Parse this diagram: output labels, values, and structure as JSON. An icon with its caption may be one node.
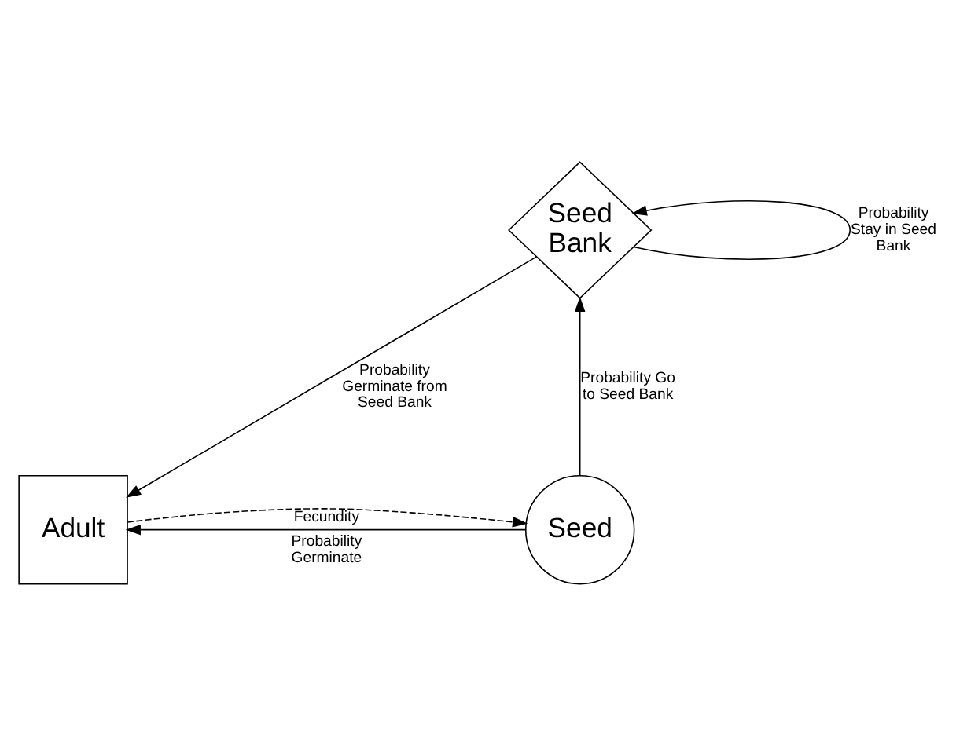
{
  "diagram": {
    "nodes": [
      {
        "text": [
          "Seed Bank"
        ]
      },
      {
        "text": [
          "Seed"
        ]
      },
      {
        "text": [
          "Adult"
        ]
      }
    ],
    "edges": [
      {
        "from": 0,
        "to": 0,
        "arrow": "to",
        "label": "Probability Stay in Seed Bank"
      },
      {
        "from": 1,
        "to": 0,
        "arrow": "to",
        "label": "Probability Go to Seed Bank"
      },
      {
        "from": 0,
        "to": 2,
        "arrow": "to",
        "label": "Probability Germinate from Seed Bank"
      },
      {
        "from": 1,
        "to": 2,
        "arrow": "to",
        "label": "Probability Germinate"
      },
      {
        "from": 2,
        "to": 1,
        "arrow": "to",
        "label": "Fecundity",
        "style": "dashed"
      }
    ]
  }
}
